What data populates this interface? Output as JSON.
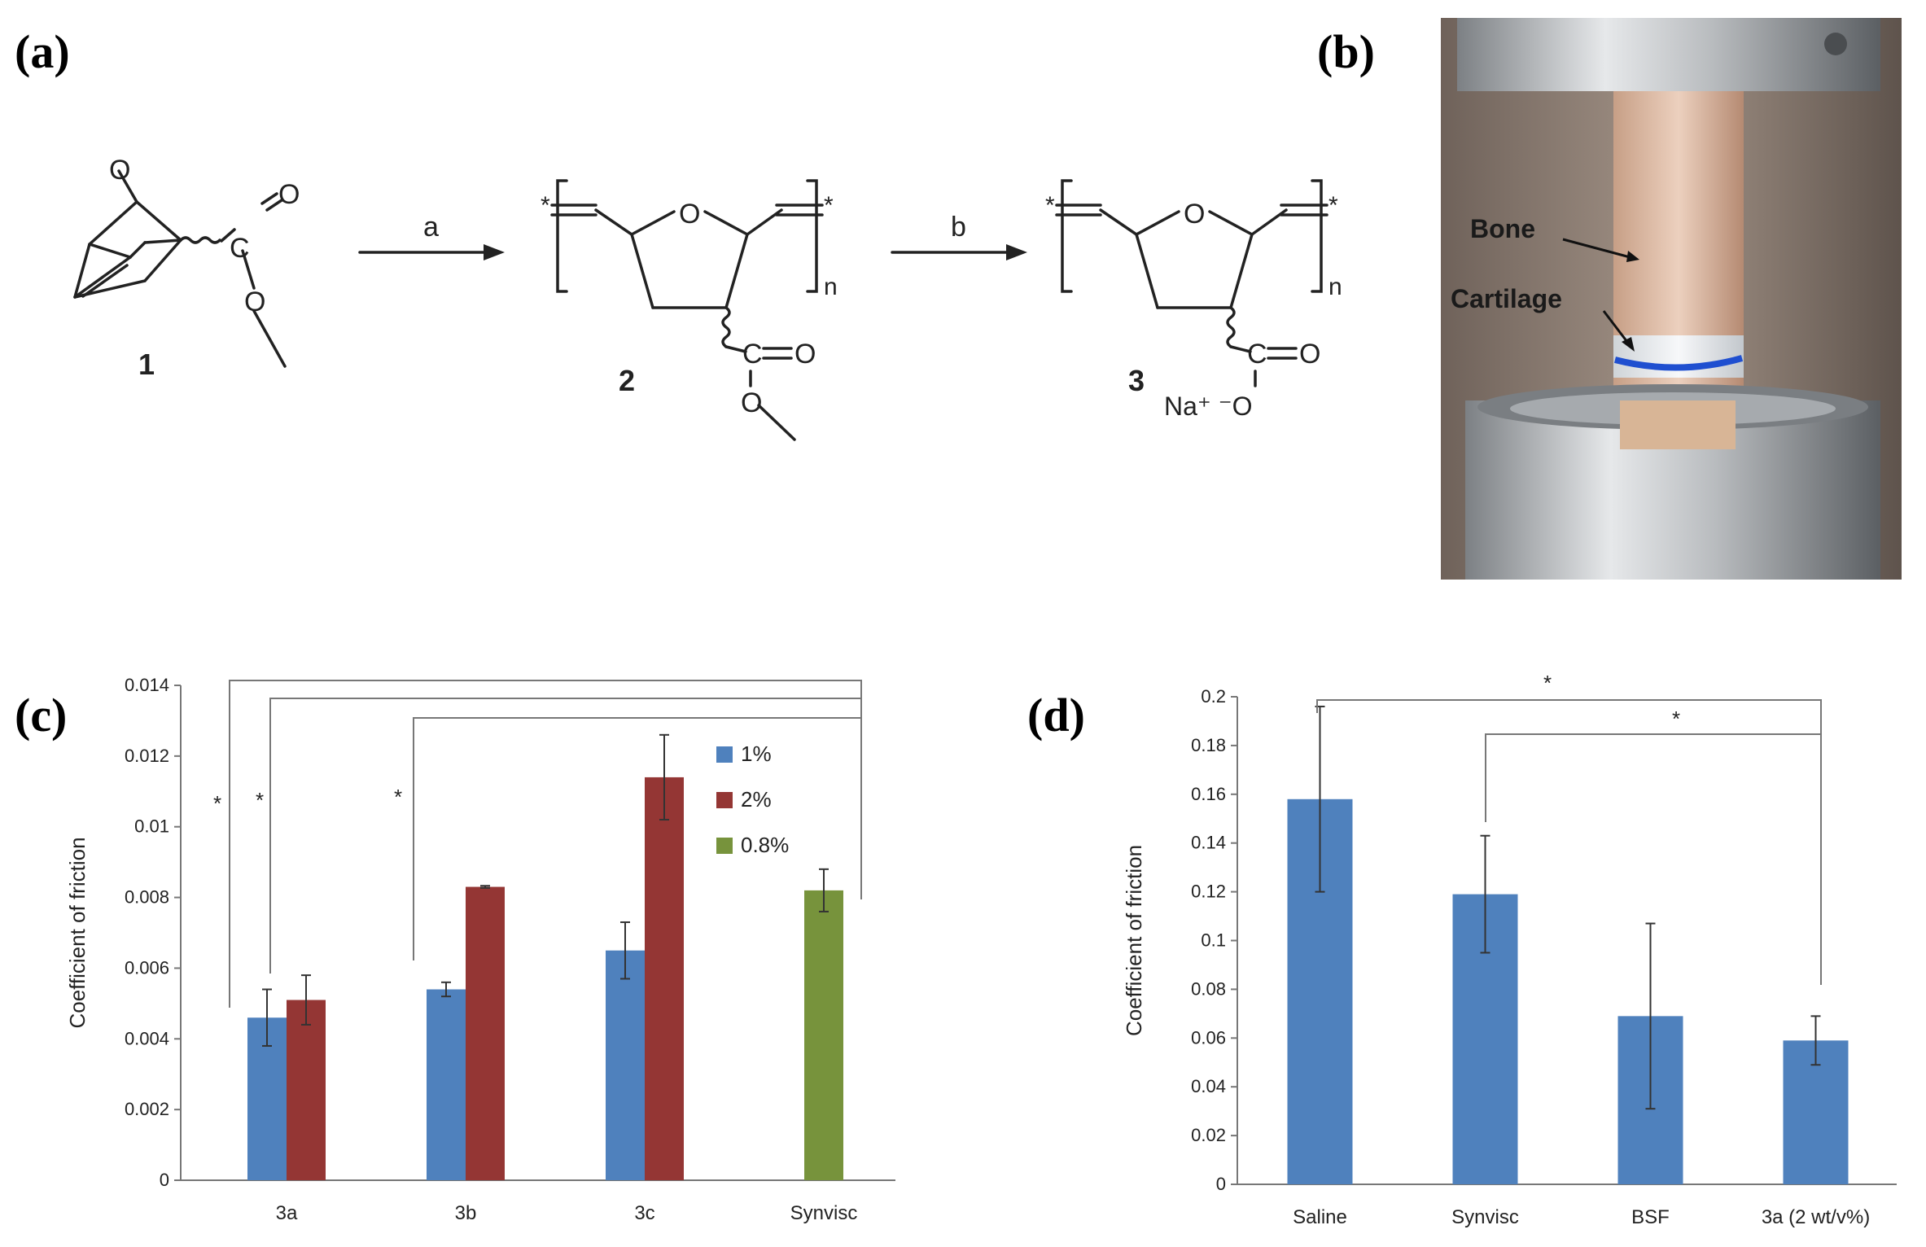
{
  "panels": {
    "a": "(a)",
    "b": "(b)",
    "c": "(c)",
    "d": "(d)"
  },
  "scheme": {
    "compound_labels": [
      "1",
      "2",
      "3"
    ],
    "arrow_a": "a",
    "arrow_b": "b",
    "subscript_n": "n",
    "end_star": "*",
    "atom_O": "O",
    "atom_C": "C",
    "counter_ion": "Na⁺ ⁻O"
  },
  "photo": {
    "bone_label": "Bone",
    "cartilage_label": "Cartilage",
    "colors": {
      "cartilage_line": "#1f4fd0",
      "metal": "#b9bcbf"
    }
  },
  "chart_data": [
    {
      "type": "bar",
      "panel": "c",
      "categories": [
        "3a",
        "3b",
        "3c",
        "Synvisc"
      ],
      "ylabel": "Coefficient of friction",
      "ylim": [
        0,
        0.014
      ],
      "yticks": [
        "0",
        "0.002",
        "0.004",
        "0.006",
        "0.008",
        "0.01",
        "0.012",
        "0.014"
      ],
      "series": [
        {
          "name": "1%",
          "color": "#4f81bd",
          "values": [
            0.0046,
            0.0054,
            0.0065,
            null
          ],
          "errors": [
            0.0008,
            0.0002,
            0.0008,
            null
          ]
        },
        {
          "name": "2%",
          "color": "#943634",
          "values": [
            0.0051,
            0.0083,
            0.0114,
            null
          ],
          "errors": [
            0.0007,
            3e-05,
            0.0012,
            null
          ]
        },
        {
          "name": "0.8%",
          "color": "#77933c",
          "values": [
            null,
            null,
            null,
            0.0082
          ],
          "errors": [
            null,
            null,
            null,
            0.0006
          ]
        }
      ],
      "significance_marker": "*",
      "legend_position": "right"
    },
    {
      "type": "bar",
      "panel": "d",
      "categories": [
        "Saline",
        "Synvisc",
        "BSF",
        "3a (2 wt/v%)"
      ],
      "ylabel": "Coefficient of friction",
      "ylim": [
        0,
        0.2
      ],
      "yticks": [
        "0",
        "0.02",
        "0.04",
        "0.06",
        "0.08",
        "0.1",
        "0.12",
        "0.14",
        "0.16",
        "0.18",
        "0.2"
      ],
      "series": [
        {
          "color": "#4f81bd",
          "values": [
            0.158,
            0.119,
            0.069,
            0.059
          ],
          "errors": [
            0.038,
            0.024,
            0.038,
            0.01
          ]
        }
      ],
      "significance_marker": "*"
    }
  ]
}
